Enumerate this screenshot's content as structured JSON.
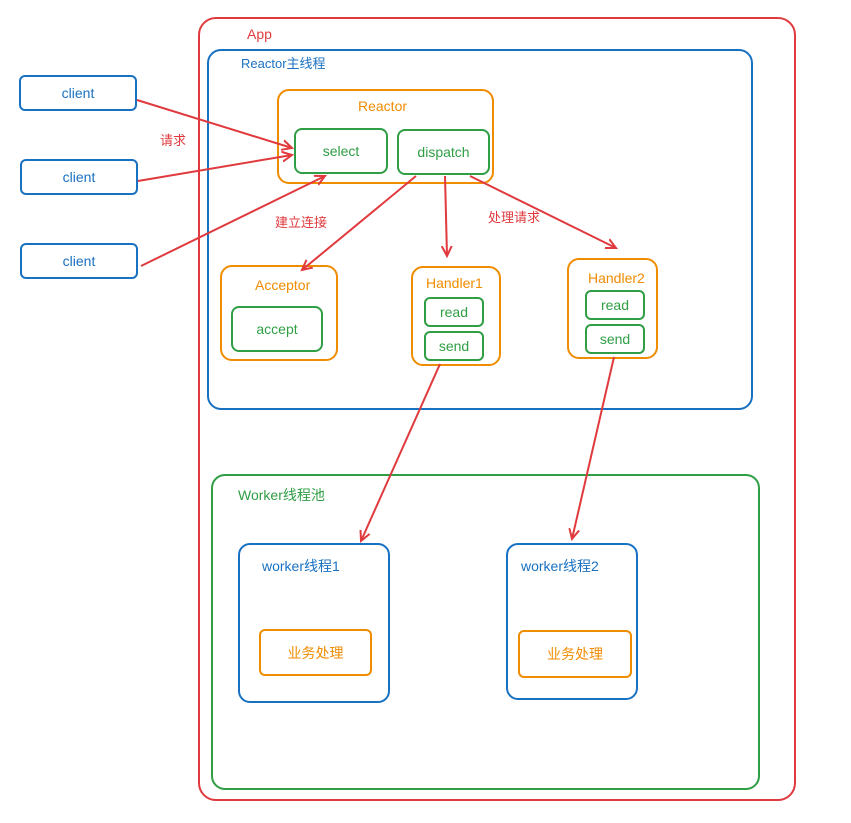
{
  "app": {
    "label": "App"
  },
  "reactor_thread": {
    "label": "Reactor主线程"
  },
  "clients": [
    {
      "label": "client"
    },
    {
      "label": "client"
    },
    {
      "label": "client"
    }
  ],
  "reactor": {
    "label": "Reactor",
    "select": "select",
    "dispatch": "dispatch"
  },
  "acceptor": {
    "label": "Acceptor",
    "accept": "accept"
  },
  "handler1": {
    "label": "Handler1",
    "read": "read",
    "send": "send"
  },
  "handler2": {
    "label": "Handler2",
    "read": "read",
    "send": "send"
  },
  "worker_pool": {
    "label": "Worker线程池",
    "worker1": {
      "label": "worker线程1",
      "task": "业务处理"
    },
    "worker2": {
      "label": "worker线程2",
      "task": "业务处理"
    }
  },
  "edge_labels": {
    "request": "请求",
    "connect": "建立连接",
    "handle_request": "处理请求"
  },
  "colors": {
    "red": "#e03a3e",
    "blue": "#1971c2",
    "green": "#2f9e44",
    "orange": "#f08c00"
  }
}
